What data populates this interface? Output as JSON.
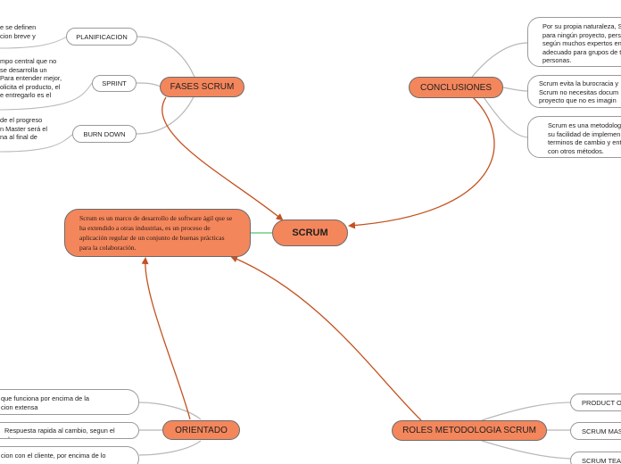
{
  "central": {
    "label": "SCRUM"
  },
  "definition": {
    "text": "Scrum es un marco de desarrollo de software ágil que se ha extendido a otras industrias, es un proceso de aplicación regular de un conjunto de buenas prácticas para la colaboración."
  },
  "fases": {
    "label": "FASES SCRUM",
    "planificacion": {
      "label": "PLANIFICACION",
      "note": "e se definen\ncion breve y"
    },
    "sprint": {
      "label": "SPRINT",
      "note": "mpo central que no\nse desarrolla un\nPara entender mejor,\nolicita el producto, el\ne entregarlo es el"
    },
    "burndown": {
      "label": "BURN DOWN",
      "note": "de el progreso\nn Master será el\nna al final de"
    }
  },
  "conclusiones": {
    "label": "CONCLUSIONES",
    "items": [
      "Por su propia naturaleza, S\npara ningún proyecto, pers\nsegún muchos expertos en\nadecuado para grupos de t\npersonas.",
      "Scrum evita la burocracia y\nScrum no necesitas docum\nproyecto que no es imagin",
      "Scrum es una metodolog\nsu facilidad de implemen\nterminos de cambio y ent\ncon otros métodos."
    ]
  },
  "orientado": {
    "label": "ORIENTADO",
    "items": [
      "que funciona por encima de la\ncion extensa",
      "Respuesta rapida al cambio, segun el plan",
      "cion con el cliente, por encima de  lo"
    ]
  },
  "roles": {
    "label": "ROLES METODOLOGIA SCRUM",
    "items": [
      "PRODUCT OW",
      "SCRUM MAST",
      "SCRUM TEAM"
    ]
  },
  "colors": {
    "node_fill": "#f4865c",
    "arrow": "#c4511f",
    "branch": "#b8b8b8",
    "connector": "#56c26a"
  }
}
